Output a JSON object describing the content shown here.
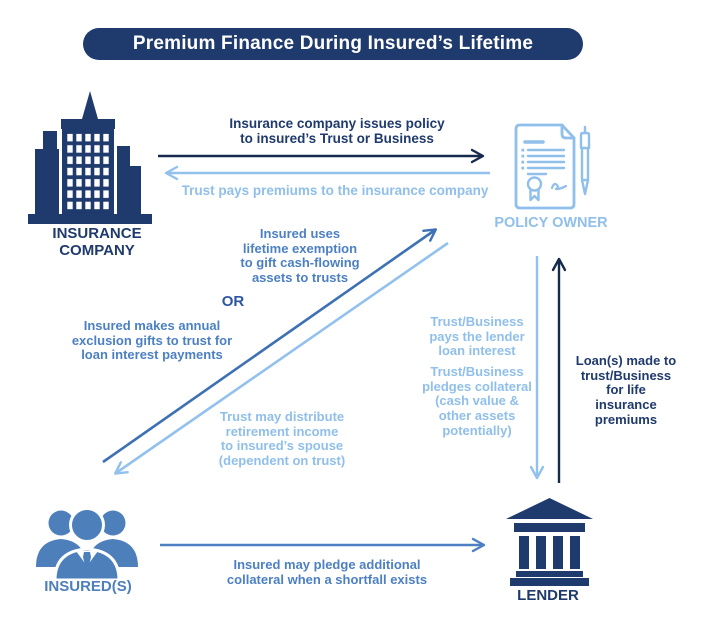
{
  "title": "Premium Finance During Insured’s Lifetime",
  "colors": {
    "navy": "#1f3a6d",
    "dark_arrow": "#16294e",
    "medium_blue": "#4c80c3",
    "diagonal_blue": "#3e71b3",
    "light_blue": "#8fbfea",
    "or_blue": "#2c56a4",
    "white": "#ffffff"
  },
  "entities": {
    "insurance_company": {
      "label": [
        "INSURANCE",
        "COMPANY"
      ],
      "icon": "building-icon"
    },
    "policy_owner": {
      "label": "POLICY OWNER",
      "icon": "policy-document-icon"
    },
    "insureds": {
      "label": "INSURED(S)",
      "icon": "people-group-icon"
    },
    "lender": {
      "label": "LENDER",
      "icon": "bank-icon"
    }
  },
  "flows": {
    "policy_issue": [
      "Insurance company issues policy",
      "to insured’s Trust or Business"
    ],
    "premium_payment": "Trust pays premiums to the insurance company",
    "lifetime_exemption": [
      "Insured uses",
      "lifetime exemption",
      "to gift cash-flowing",
      "assets to trusts"
    ],
    "or": "OR",
    "annual_exclusion": [
      "Insured makes annual",
      "exclusion gifts to trust for",
      "loan interest payments"
    ],
    "retirement_income": [
      "Trust may distribute",
      "retirement income",
      "to insured’s spouse",
      "(dependent on trust)"
    ],
    "lender_interest": [
      "Trust/Business",
      "pays the lender",
      "loan interest"
    ],
    "pledge_collateral": [
      "Trust/Business",
      "pledges collateral",
      "(cash value &",
      "other assets",
      "potentially)"
    ],
    "loans_made": [
      "Loan(s) made to",
      "trust/Business",
      "for life",
      "insurance",
      "premiums"
    ],
    "additional_collateral": [
      "Insured may pledge additional",
      "collateral when a shortfall exists"
    ]
  }
}
